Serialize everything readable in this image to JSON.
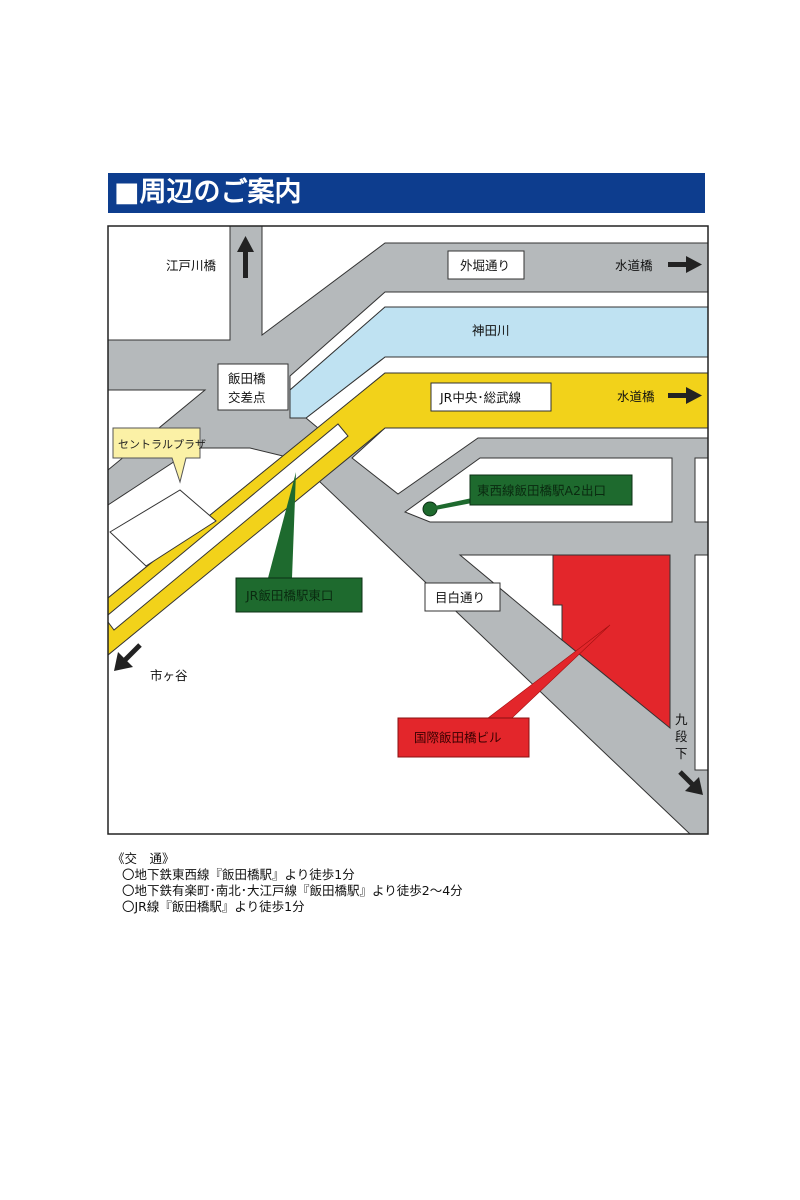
{
  "section_title": "■周辺のご案内",
  "map": {
    "labels": {
      "edogawabashi": "江戸川橋",
      "sotobori_dori": "外堀通り",
      "suidobashi_top": "水道橋",
      "kandagawa": "神田川",
      "iidabashi_intersection_line1": "飯田橋",
      "iidabashi_intersection_line2": "交差点",
      "jr_line": "JR中央･総武線",
      "suidobashi_rail": "水道橋",
      "central_plaza": "セントラルプラザ",
      "tozai_exit": "東西線飯田橋駅A2出口",
      "jr_east_exit": "JR飯田橋駅東口",
      "mejiro_dori": "目白通り",
      "ichigaya": "市ヶ谷",
      "building": "国際飯田橋ビル",
      "kudanshita": [
        "九",
        "段",
        "下"
      ]
    },
    "colors": {
      "road": "#b5b9bb",
      "river": "#bfe2f2",
      "rail": "#f2d21a",
      "building": "#e3262b",
      "green_label": "#1e6a2e",
      "title_bar": "#0d3d8e"
    }
  },
  "access": {
    "heading": "《交　通》",
    "items": [
      "〇地下鉄東西線『飯田橋駅』より徒歩1分",
      "〇地下鉄有楽町･南北･大江戸線『飯田橋駅』より徒歩2～4分",
      "〇JR線『飯田橋駅』より徒歩1分"
    ]
  }
}
